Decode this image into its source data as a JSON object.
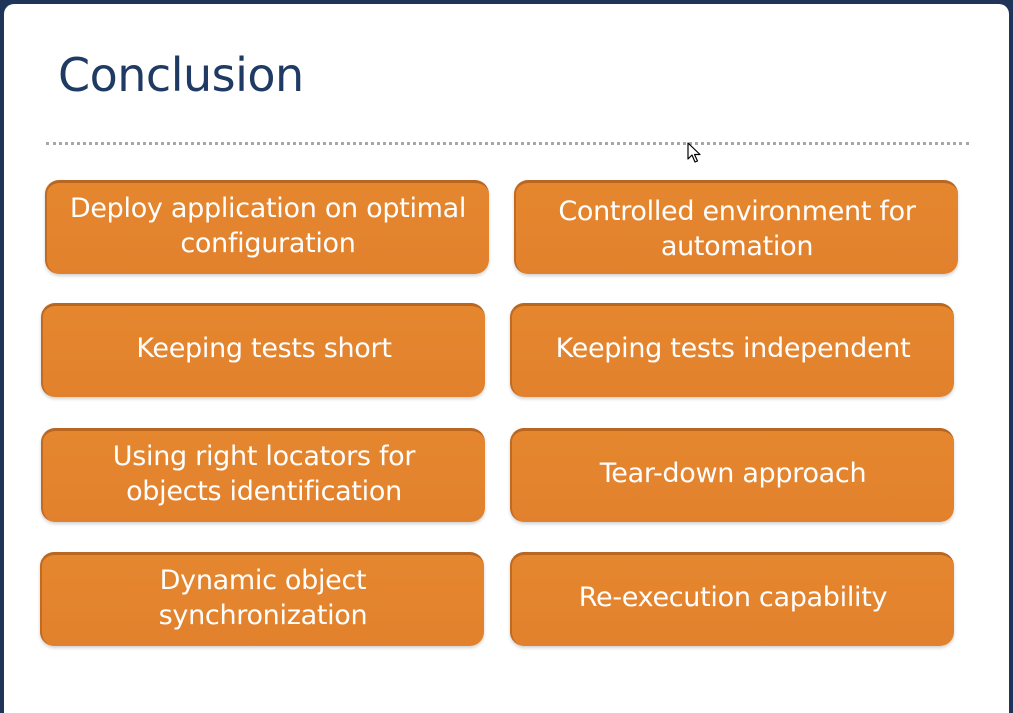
{
  "slide": {
    "title": "Conclusion",
    "items": [
      "Deploy application on optimal configuration",
      "Controlled environment for automation",
      "Keeping tests short",
      "Keeping tests independent",
      "Using right locators for objects identification",
      "Tear-down approach",
      "Dynamic object synchronization",
      "Re-execution capability"
    ]
  },
  "colors": {
    "card_fill": "#e5872f",
    "title": "#1f3a63",
    "frame": "#1f3458"
  },
  "icons": {
    "cursor": "mouse-pointer-icon"
  }
}
